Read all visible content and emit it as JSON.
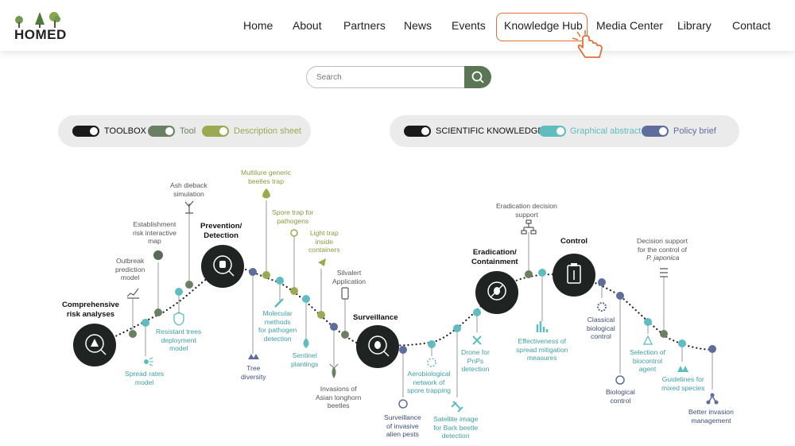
{
  "logo": {
    "text": "HOMED"
  },
  "nav": {
    "items": [
      "Home",
      "About",
      "Partners",
      "News",
      "Events",
      "Knowledge Hub",
      "Media Center",
      "Library",
      "Contact"
    ],
    "active": "Knowledge Hub"
  },
  "search": {
    "placeholder": "Search"
  },
  "toolbox_legend": {
    "title": "TOOLBOX",
    "tool": "Tool",
    "description": "Description sheet"
  },
  "science_legend": {
    "title": "SCIENTIFIC KNOWLEDGE",
    "graphical": "Graphical abstract",
    "policy": "Policy brief"
  },
  "stages": {
    "risk": "Comprehensive\nrisk analyses",
    "prevention": "Prevention/\nDetection",
    "surveillance": "Surveillance",
    "eradication": "Eradication/\nContainment",
    "control": "Control"
  },
  "items": {
    "outbreak": "Outbreak\nprediction\nmodel",
    "establishment": "Establishment\nrisk interactive\nmap",
    "ash": "Ash dieback\nsimulation",
    "resistant": "Resistant trees\ndeployment\nmodel",
    "spread": "Spread rates\nmodel",
    "multilure": "Multilure generic\nbeetles trap",
    "spore_trap": "Spore trap for\npathogens",
    "light_trap": "Light trap\ninside\ncontainers",
    "silvalert": "Silvalert\nApplication",
    "tree_div": "Tree\ndiversity",
    "molecular": "Molecular\nmethods\nfor pathogen\ndetection",
    "sentinel": "Sentinel\nplantings",
    "asian": "Invasions of\nAsian longhorn\nbeetles",
    "surv_alien": "Surveillance\nof invasive\nalien pests",
    "aerobio": "Aerobiological\nnetwork of\nspore trapping",
    "satellite": "Satellite image\nfor Bark beetle\ndetection",
    "drone": "Drone for\nPnPs\ndetection",
    "erad_support": "Eradication decision\nsupport",
    "effectiveness": "Effectiveness of\nspread mitigation\nmeasures",
    "classical": "Classical\nbiological\ncontrol",
    "bio_control": "Biological\ncontrol",
    "decision_japonica": "Decision support\nfor the control of",
    "japonica": "P. japonica",
    "selection": "Selection of\nbiocontrol\nagent",
    "guidelines": "Guidelines for\nmixed species",
    "better": "Better invasion\nmanagement"
  },
  "colors": {
    "tool": "#6b8062",
    "description": "#9aaa52",
    "graphical": "#5fbcbf",
    "policy": "#5e6d9c",
    "active": "#e2703a",
    "accent": "#5b7654"
  }
}
